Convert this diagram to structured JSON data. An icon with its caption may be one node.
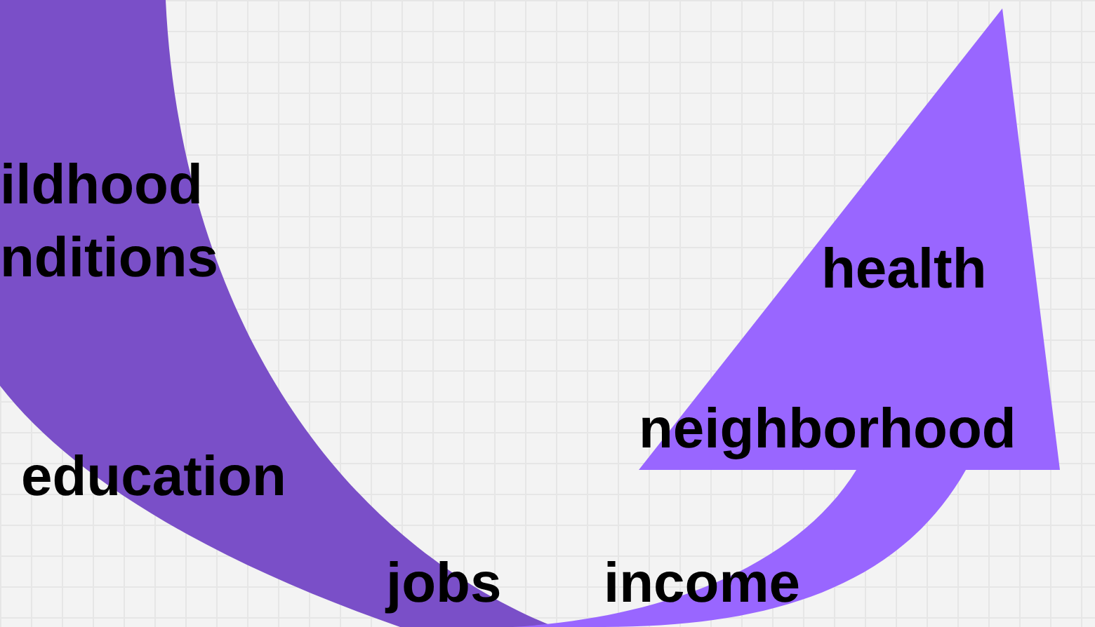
{
  "diagram": {
    "labels": [
      "ildhood nditions",
      "health",
      "neighborhood",
      "education",
      "jobs",
      "income"
    ]
  }
}
